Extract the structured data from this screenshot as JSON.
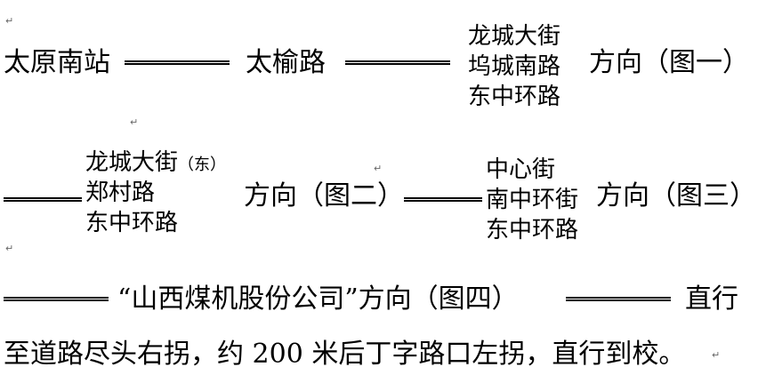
{
  "paragraph_mark": "↵",
  "line1": {
    "start": "太原南站",
    "road1": "太榆路",
    "branch": [
      "龙城大街",
      "坞城南路",
      "东中环路"
    ],
    "direction": "方向（图一）"
  },
  "line2": {
    "branch_a": [
      "龙城大街",
      "郑村路",
      "东中环路"
    ],
    "branch_a_note": "（东）",
    "direction_a": "方向（图二）",
    "branch_b": [
      "中心街",
      "南中环街",
      "东中环路"
    ],
    "direction_b": "方向（图三）"
  },
  "line3": {
    "text": "“山西煤机股份公司”方向（图四）",
    "tail": "直行"
  },
  "line4": {
    "text": "至道路尽头右拐，约 200 米后丁字路口左拐，直行到校。"
  }
}
